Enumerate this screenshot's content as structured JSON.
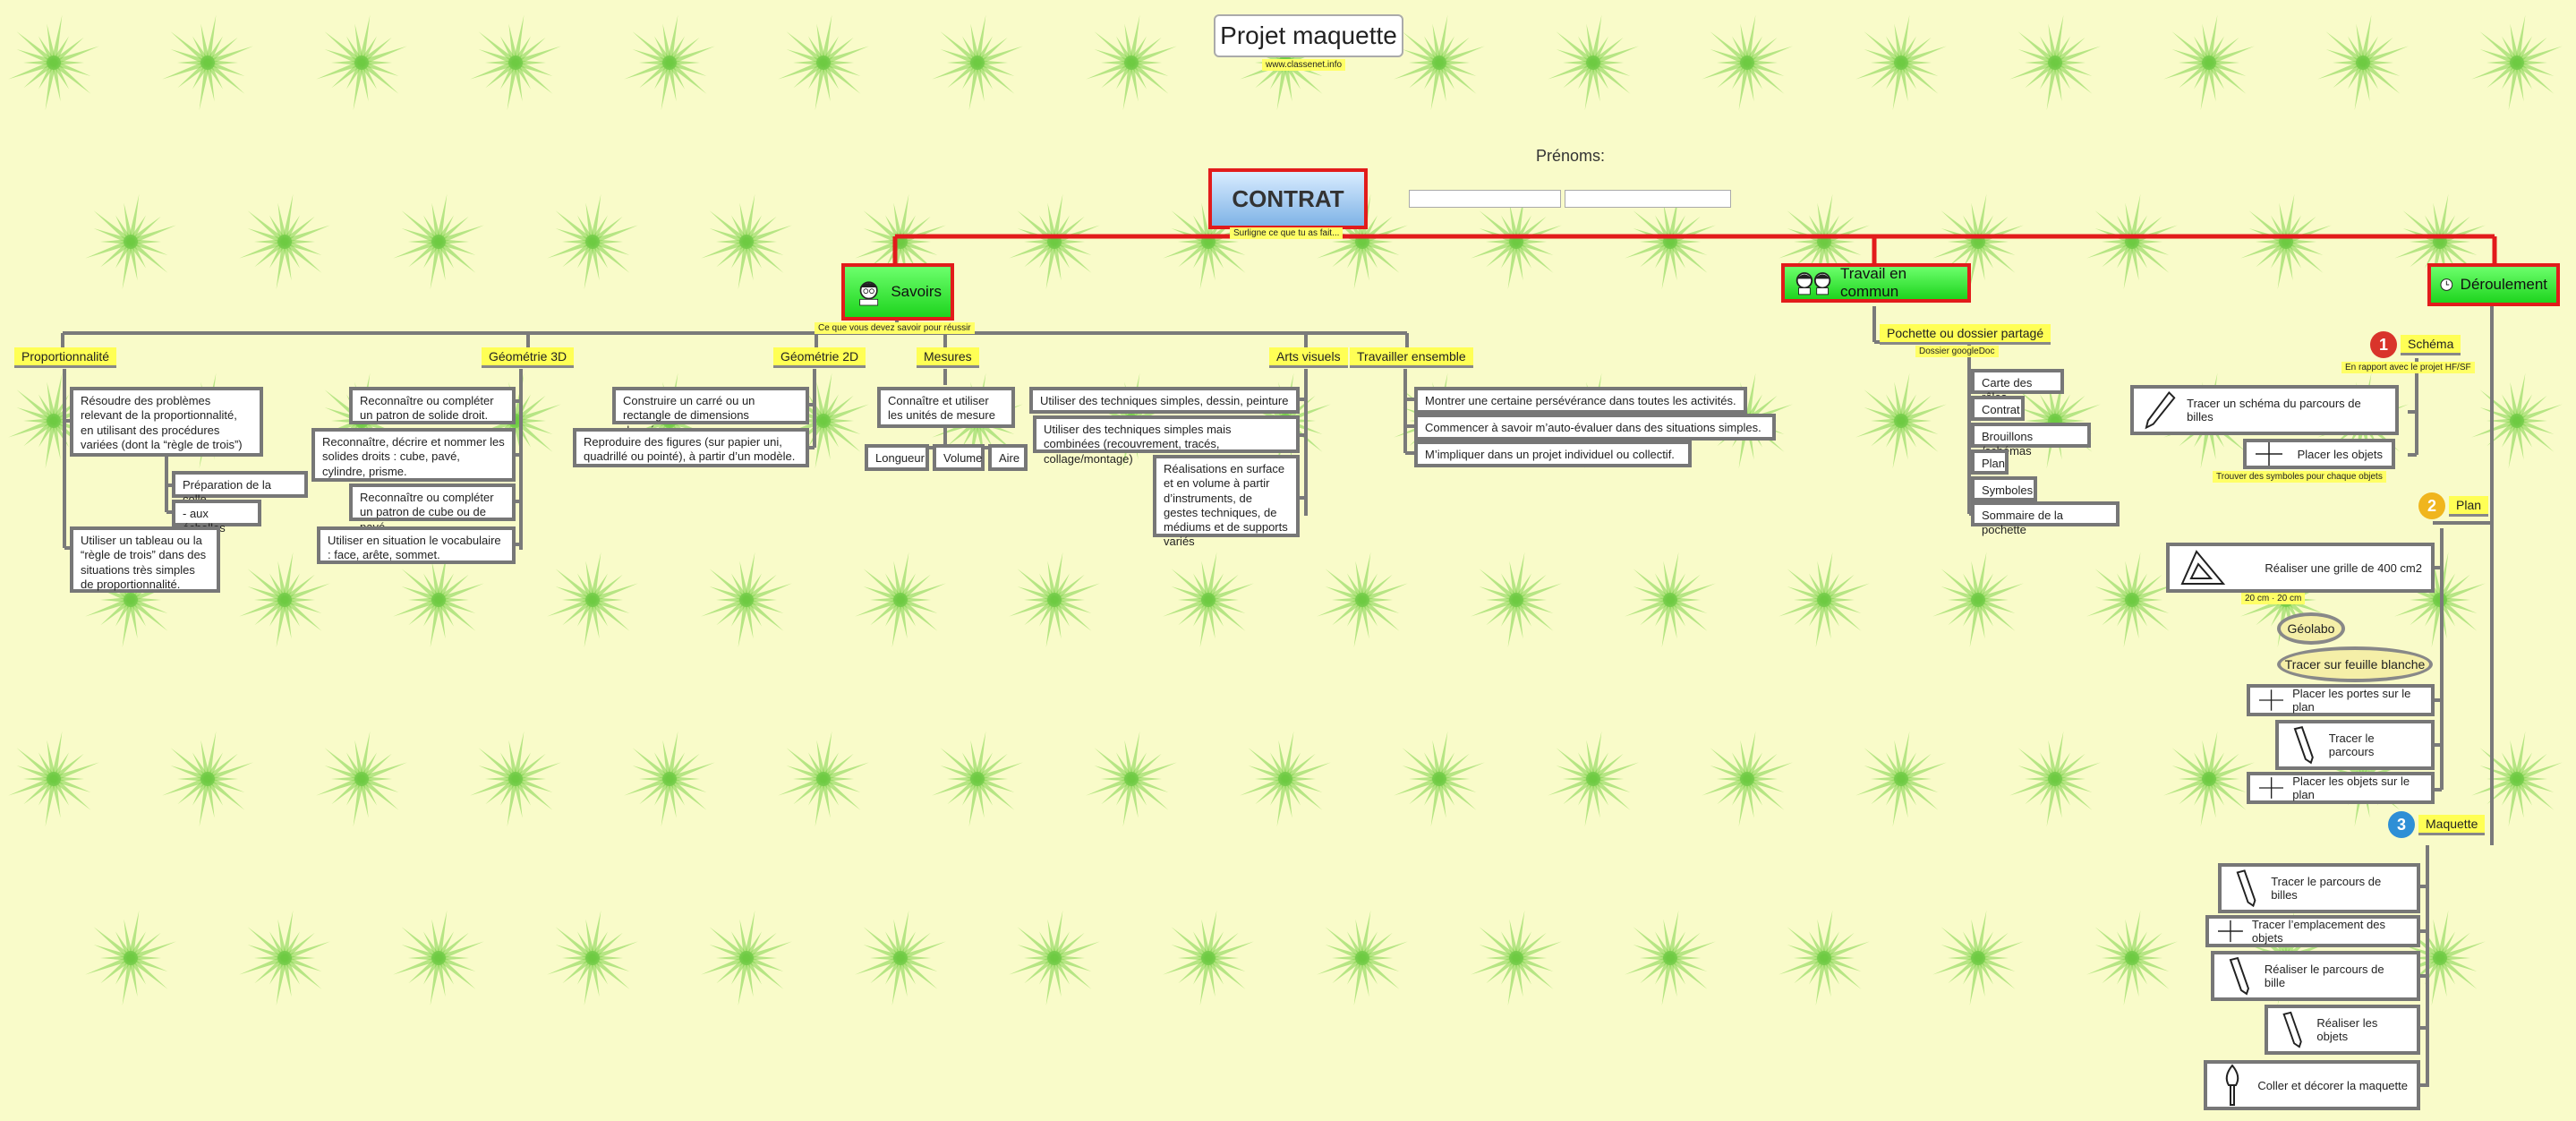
{
  "title": "Projet maquette",
  "site": "www.classenet.info",
  "prenoms_label": "Prénoms:",
  "contract": {
    "label": "CONTRAT",
    "note": "Surligne ce que tu as fait..."
  },
  "savoirs": {
    "label": "Savoirs",
    "note": "Ce que vous devez savoir pour réussir",
    "proportionnalite": {
      "label": "Proportionnalité",
      "item1": "Résoudre des problèmes relevant de la proportionnalité, en utilisant des procédures variées (dont la “règle de trois”)",
      "sub1": "Préparation de la colle",
      "sub2": "- aux échelles",
      "item2": "Utiliser un tableau ou la “règle de trois” dans des situations très simples de proportionnalité."
    },
    "geo3d": {
      "label": "Géométrie 3D",
      "item1": "Reconnaître ou compléter un patron de solide droit.",
      "item2": "Reconnaître, décrire et nommer les solides droits : cube, pavé, cylindre, prisme.",
      "item3": "Reconnaître ou compléter un patron de cube ou de pavé.",
      "item4": "Utiliser en situation le vocabulaire : face, arête, sommet."
    },
    "geo2d": {
      "label": "Géométrie 2D",
      "item1": "Construire un carré ou un rectangle de dimensions données.",
      "item2": "Reproduire des figures (sur papier uni, quadrillé ou pointé), à partir d’un modèle."
    },
    "mesures": {
      "label": "Mesures",
      "item1": "Connaître et utiliser les unités de mesure",
      "units": [
        "Longueur",
        "Volume",
        "Aire"
      ]
    },
    "arts": {
      "label": "Arts visuels",
      "item1": "Utiliser des techniques simples, dessin, peinture",
      "item2": "Utiliser des techniques simples mais combinées (recouvrement, tracés, collage/montage)",
      "item3": "Réalisations en surface et en volume à partir d’instruments, de gestes techniques, de médiums et de supports variés"
    },
    "ensemble": {
      "label": "Travailler ensemble",
      "item1": "Montrer une certaine persévérance dans toutes les activités.",
      "item2": "Commencer à savoir m’auto-évaluer dans des situations simples.",
      "item3": "M’impliquer dans un projet individuel ou collectif."
    }
  },
  "travail": {
    "label": "Travail en commun",
    "pochette": "Pochette ou dossier partagé",
    "pochette_note": "Dossier googleDoc",
    "items": [
      "Carte des rôles",
      "Contrat",
      "Brouillons /schémas",
      "Plan",
      "Symboles",
      "Sommaire de la pochette"
    ]
  },
  "deroulement": {
    "label": "Déroulement",
    "schema": {
      "label": "Schéma",
      "number": "1",
      "note": "En rapport avec le projet HF/SF",
      "item1": "Tracer un schéma du parcours de billes",
      "item2": "Placer les objets",
      "item2_note": "Trouver des symboles pour chaque objets"
    },
    "plan": {
      "label": "Plan",
      "number": "2",
      "item1": "Réaliser une grille de 400 cm2",
      "item1_note": "20 cm  ·  20 cm",
      "geolabo": "Géolabo",
      "feuille": "Tracer sur feuille blanche",
      "item2": "Placer les portes sur le plan",
      "item3": "Tracer le parcours",
      "item4": "Placer les objets sur le plan"
    },
    "maquette": {
      "label": "Maquette",
      "number": "3",
      "items": [
        "Tracer le parcours de billes",
        "Tracer l’emplacement des objets",
        "Réaliser le parcours de bille",
        "Réaliser les objets",
        "Coller et décorer  la maquette"
      ]
    }
  },
  "colors": {
    "red": "#e21b1b",
    "green": "#22dd22",
    "yellow": "#ffff55",
    "background": "#f9fbc9",
    "gray_line": "#7a7a7a"
  }
}
